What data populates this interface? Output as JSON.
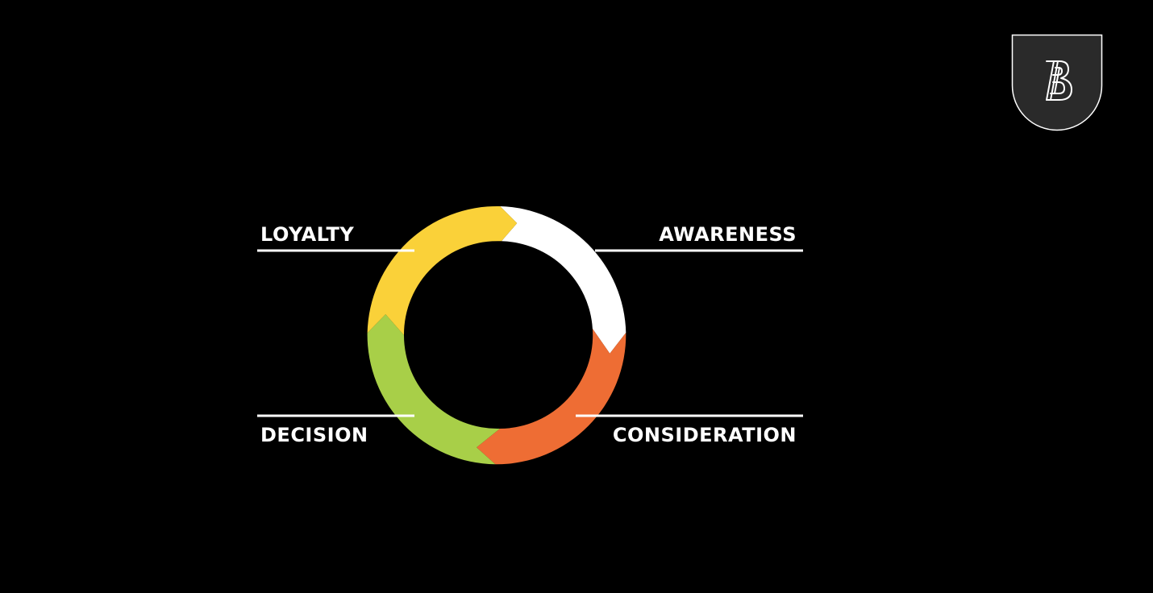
{
  "colors": {
    "background": "#000000",
    "text": "#ffffff",
    "awareness": "#ffffff",
    "consideration": "#ee6d34",
    "decision": "#a8cf48",
    "loyalty": "#fad139",
    "logo_fill": "#2a2a2a",
    "logo_stroke": "#ffffff"
  },
  "stages": [
    {
      "id": "awareness",
      "label": "AWARENESS"
    },
    {
      "id": "consideration",
      "label": "CONSIDERATION"
    },
    {
      "id": "decision",
      "label": "DECISION"
    },
    {
      "id": "loyalty",
      "label": "LOYALTY"
    }
  ],
  "logo": {
    "icon": "shield-b-logo"
  }
}
